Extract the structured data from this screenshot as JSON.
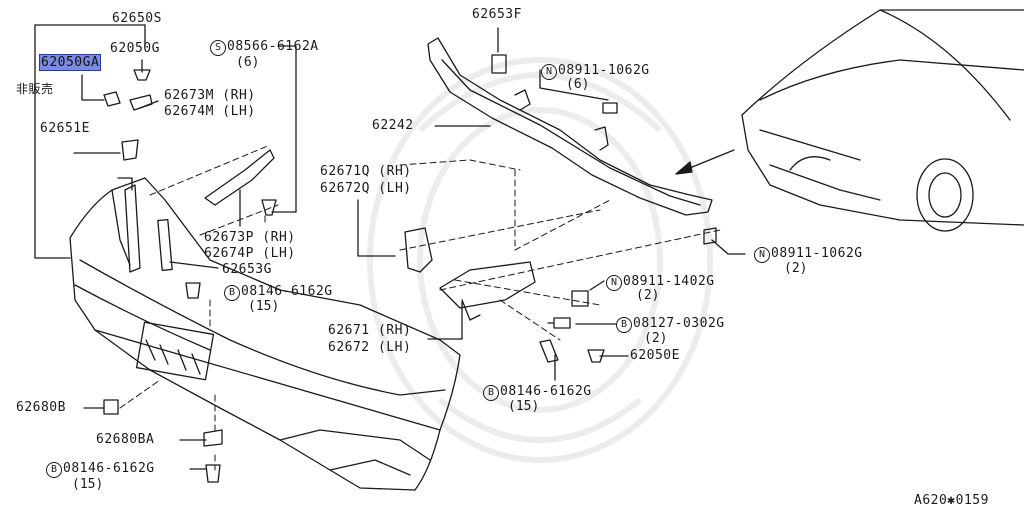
{
  "diagram": {
    "id": "A620✱0159",
    "not_for_sale": "非販売",
    "parts": [
      {
        "key": "p62650S",
        "number": "62650S"
      },
      {
        "key": "p62050G",
        "number": "62050G"
      },
      {
        "key": "p62050GA",
        "number": "62050GA",
        "highlighted": true
      },
      {
        "key": "p08566",
        "symbol": "S",
        "number": "08566-6162A",
        "qty": "(6)"
      },
      {
        "key": "p62673M",
        "number": "62673M (RH)"
      },
      {
        "key": "p62674M",
        "number": "62674M (LH)"
      },
      {
        "key": "p62651E",
        "number": "62651E"
      },
      {
        "key": "p62653F",
        "number": "62653F"
      },
      {
        "key": "p08911a",
        "symbol": "N",
        "number": "08911-1062G",
        "qty": "(6)"
      },
      {
        "key": "p62242",
        "number": "62242"
      },
      {
        "key": "p62671Q",
        "number": "62671Q (RH)"
      },
      {
        "key": "p62672Q",
        "number": "62672Q (LH)"
      },
      {
        "key": "p62673P",
        "number": "62673P (RH)"
      },
      {
        "key": "p62674P",
        "number": "62674P (LH)"
      },
      {
        "key": "p62653G",
        "number": "62653G"
      },
      {
        "key": "p08146a",
        "symbol": "B",
        "number": "08146-6162G",
        "qty": "(15)"
      },
      {
        "key": "p08911b",
        "symbol": "N",
        "number": "08911-1062G",
        "qty": "(2)"
      },
      {
        "key": "p08911c",
        "symbol": "N",
        "number": "08911-1402G",
        "qty": "(2)"
      },
      {
        "key": "p08127",
        "symbol": "B",
        "number": "08127-0302G",
        "qty": "(2)"
      },
      {
        "key": "p62671",
        "number": "62671 (RH)"
      },
      {
        "key": "p62672",
        "number": "62672 (LH)"
      },
      {
        "key": "p62050E",
        "number": "62050E"
      },
      {
        "key": "p08146b",
        "symbol": "B",
        "number": "08146-6162G",
        "qty": "(15)"
      },
      {
        "key": "p62680B",
        "number": "62680B"
      },
      {
        "key": "p62680BA",
        "number": "62680BA"
      },
      {
        "key": "p08146c",
        "symbol": "B",
        "number": "08146-6162G",
        "qty": "(15)"
      }
    ]
  }
}
